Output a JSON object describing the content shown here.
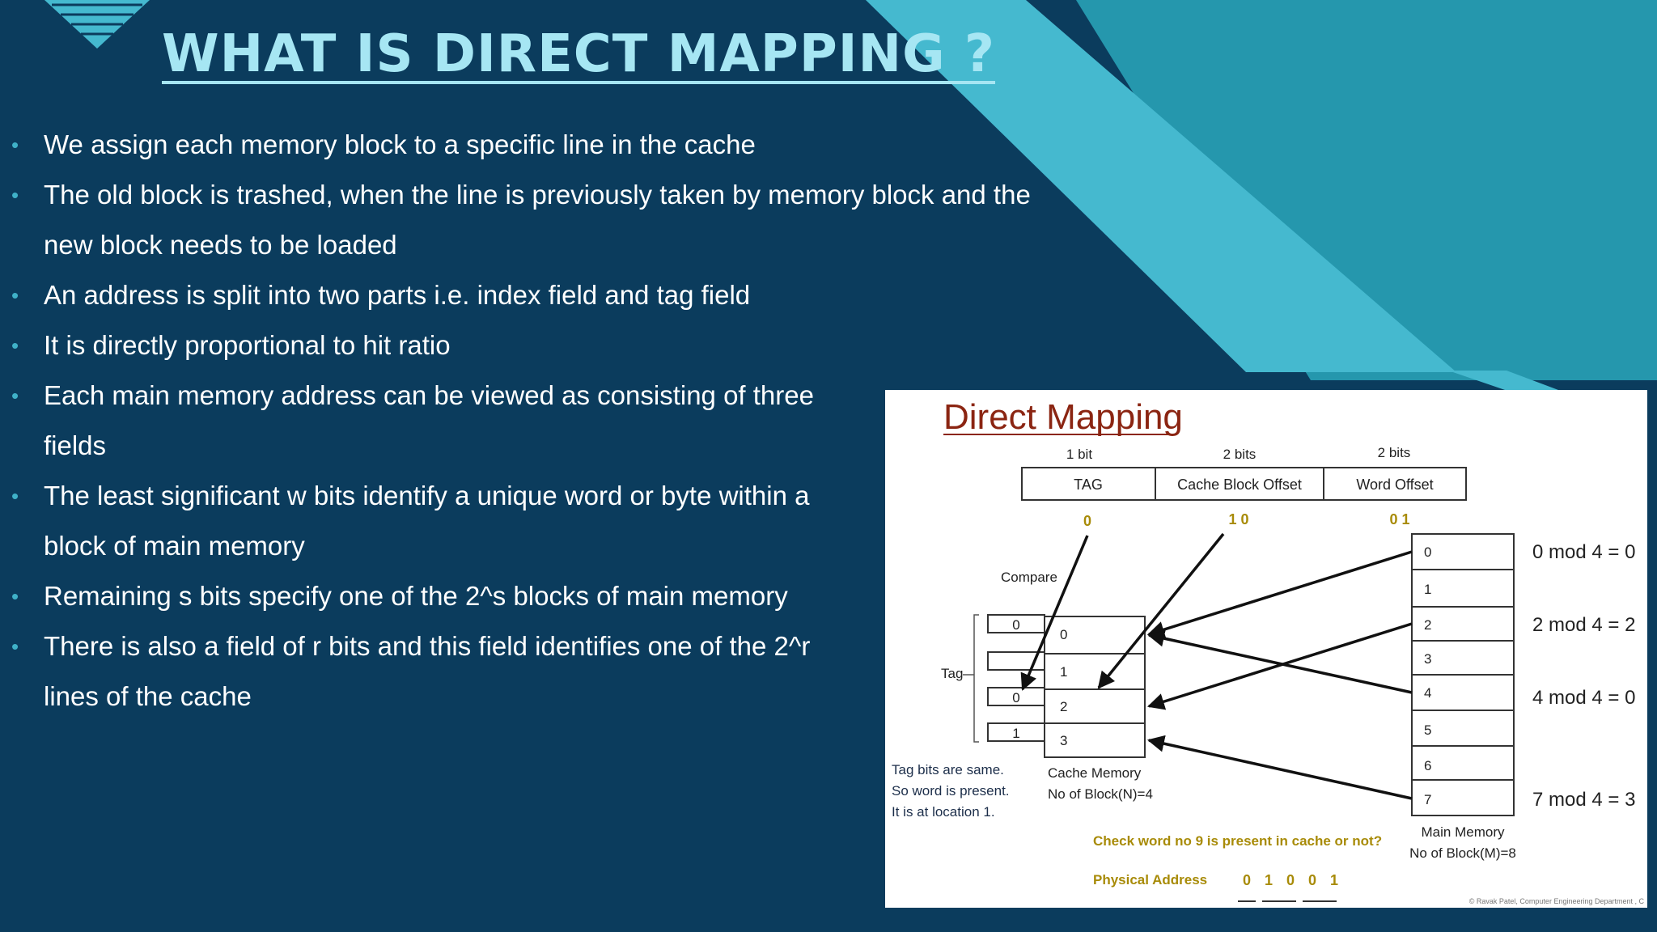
{
  "slide": {
    "title": "WHAT IS DIRECT MAPPING ?",
    "bullets": [
      "We assign each memory block to a specific line in the cache",
      "The old block is trashed, when the line is previously taken by memory block and the new block needs to be loaded",
      "An address is split into two parts i.e. index field and tag field",
      "It is directly proportional to hit ratio",
      "Each main memory address can be viewed as consisting of three fields",
      "The least significant w bits identify a unique word or byte within a block of main memory",
      "Remaining s bits specify one of the 2^s blocks of main memory",
      "There is also a field of r bits and this field identifies one of the 2^r lines of the cache"
    ],
    "bullet_symbol": "•"
  },
  "figure": {
    "title": "Direct Mapping",
    "address_fields": [
      {
        "bits": "1 bit",
        "name": "TAG",
        "value": "0"
      },
      {
        "bits": "2 bits",
        "name": "Cache Block Offset",
        "value": "1 0"
      },
      {
        "bits": "2 bits",
        "name": "Word Offset",
        "value": "0 1"
      }
    ],
    "compare_label": "Compare",
    "tag_label": "Tag",
    "tag_values": [
      "0",
      "",
      "0",
      "1"
    ],
    "cache_lines": [
      "0",
      "1",
      "2",
      "3"
    ],
    "cache_caption": [
      "Cache Memory",
      "No of Block(N)=4"
    ],
    "note": [
      "Tag bits are same.",
      "So word is present.",
      "It is at location 1."
    ],
    "memory_blocks": [
      "0",
      "1",
      "2",
      "3",
      "4",
      "5",
      "6",
      "7"
    ],
    "memory_caption": [
      "Main Memory",
      "No of Block(M)=8"
    ],
    "mod_labels": [
      "0 mod 4 = 0",
      "2 mod 4 = 2",
      "4 mod 4 = 0",
      "7 mod 4 = 3"
    ],
    "question": "Check word  no 9 is present in cache or not?",
    "physical_address_label": "Physical Address",
    "physical_address_bits": "0 1 0 0 1",
    "credit": "© Ravak Patel, Computer Engineering Department , C"
  },
  "colors": {
    "background": "#0b3c5d",
    "accent_light": "#45b9cf",
    "accent_dark": "#2597ad",
    "title": "#a6e6f3",
    "figure_title": "#8b2512"
  }
}
